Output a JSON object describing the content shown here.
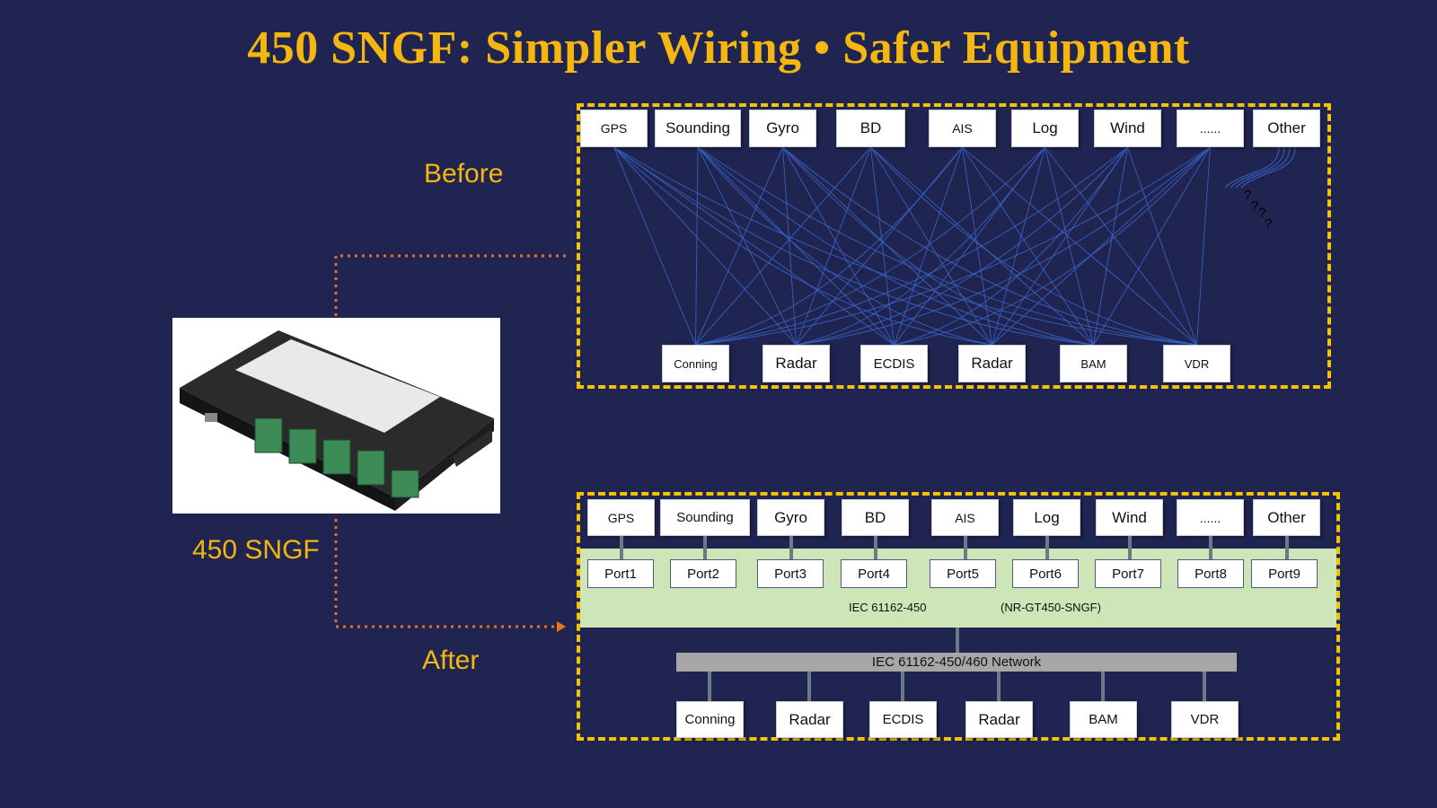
{
  "title": "450 SNGF: Simpler Wiring • Safer Equipment",
  "labels": {
    "before": "Before",
    "after": "After",
    "device": "450 SNGF"
  },
  "colors": {
    "background": "#1f2550",
    "accent": "#f5b70f",
    "frame": "#f5c400",
    "wire": "#3a63c6",
    "bus": "#cde5b7"
  },
  "sources": [
    "GPS",
    "Sounding",
    "Gyro",
    "BD",
    "AIS",
    "Log",
    "Wind",
    "......",
    "Other"
  ],
  "sinks": [
    "Conning",
    "Radar",
    "ECDIS",
    "Radar",
    "BAM",
    "VDR"
  ],
  "question_marks": [
    "?",
    "?",
    "?",
    "?"
  ],
  "ports": [
    "Port1",
    "Port2",
    "Port3",
    "Port4",
    "Port5",
    "Port6",
    "Port7",
    "Port8",
    "Port9"
  ],
  "gateway": {
    "standard": "IEC 61162-450",
    "model": "(NR-GT450-SNGF)"
  },
  "network": "IEC 61162-450/460    Network"
}
